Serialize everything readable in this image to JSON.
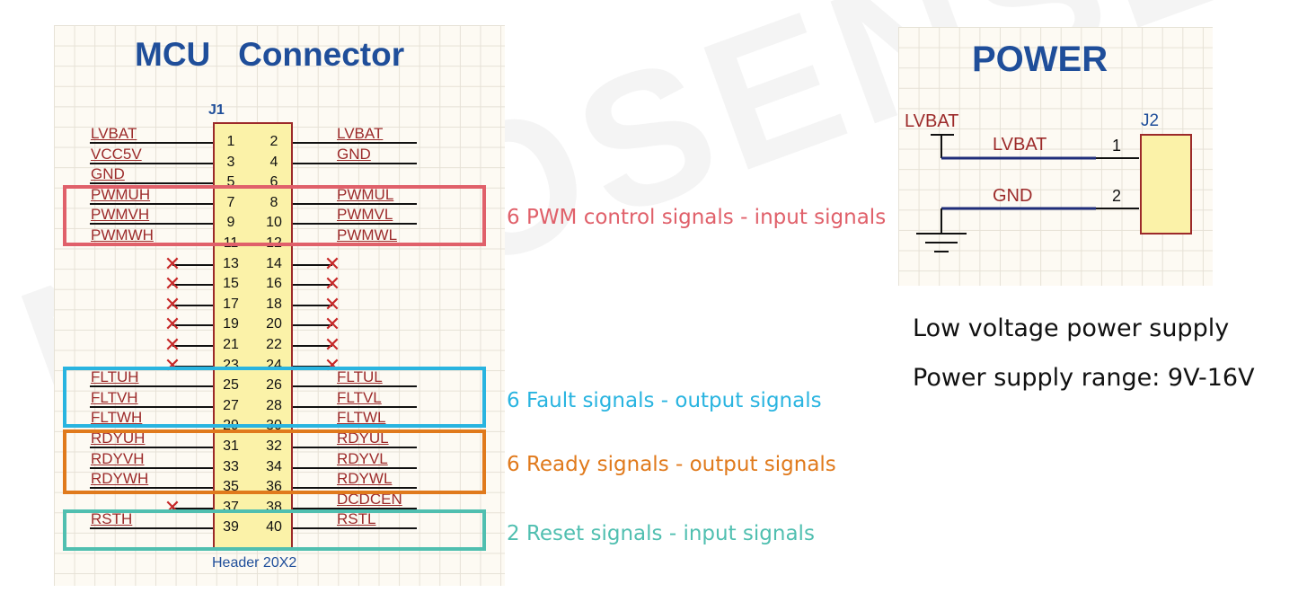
{
  "mcu": {
    "title": "MCU   Connector",
    "ref": "J1",
    "footer": "Header 20X2",
    "pins": [
      {
        "l": "1",
        "r": "2",
        "ln": "LVBAT",
        "rn": "LVBAT"
      },
      {
        "l": "3",
        "r": "4",
        "ln": "VCC5V",
        "rn": "GND"
      },
      {
        "l": "5",
        "r": "6",
        "ln": "GND",
        "rn": ""
      },
      {
        "l": "7",
        "r": "8",
        "ln": "PWMUH",
        "rn": "PWMUL"
      },
      {
        "l": "9",
        "r": "10",
        "ln": "PWMVH",
        "rn": "PWMVL"
      },
      {
        "l": "11",
        "r": "12",
        "ln": "PWMWH",
        "rn": "PWMWL"
      },
      {
        "l": "13",
        "r": "14",
        "ln": "",
        "rn": "",
        "nc": true
      },
      {
        "l": "15",
        "r": "16",
        "ln": "",
        "rn": "",
        "nc": true
      },
      {
        "l": "17",
        "r": "18",
        "ln": "",
        "rn": "",
        "nc": true
      },
      {
        "l": "19",
        "r": "20",
        "ln": "",
        "rn": "",
        "nc": true
      },
      {
        "l": "21",
        "r": "22",
        "ln": "",
        "rn": "",
        "nc": true
      },
      {
        "l": "23",
        "r": "24",
        "ln": "",
        "rn": "",
        "nc": true
      },
      {
        "l": "25",
        "r": "26",
        "ln": "FLTUH",
        "rn": "FLTUL"
      },
      {
        "l": "27",
        "r": "28",
        "ln": "FLTVH",
        "rn": "FLTVL"
      },
      {
        "l": "29",
        "r": "30",
        "ln": "FLTWH",
        "rn": "FLTWL"
      },
      {
        "l": "31",
        "r": "32",
        "ln": "RDYUH",
        "rn": "RDYUL"
      },
      {
        "l": "33",
        "r": "34",
        "ln": "RDYVH",
        "rn": "RDYVL"
      },
      {
        "l": "35",
        "r": "36",
        "ln": "RDYWH",
        "rn": "RDYWL"
      },
      {
        "l": "37",
        "r": "38",
        "ln": "",
        "rn": "DCDCEN",
        "lnc": true
      },
      {
        "l": "39",
        "r": "40",
        "ln": "RSTH",
        "rn": "RSTL"
      }
    ]
  },
  "annotations": [
    {
      "text": "6 PWM control signals - input signals",
      "color": "#e0606a"
    },
    {
      "text": "6 Fault signals - output signals",
      "color": "#29b4e0"
    },
    {
      "text": "6 Ready signals - output signals",
      "color": "#e07a1c"
    },
    {
      "text": "2 Reset signals - input signals",
      "color": "#50bfb0"
    }
  ],
  "power": {
    "title": "POWER",
    "ref": "J2",
    "net_lvbat": "LVBAT",
    "wire1_label": "LVBAT",
    "wire2_label": "GND",
    "pin1": "1",
    "pin2": "2",
    "info_line1": "Low voltage power supply",
    "info_line2": "Power supply range: 9V-16V"
  },
  "watermark": "NOVOSENSE"
}
